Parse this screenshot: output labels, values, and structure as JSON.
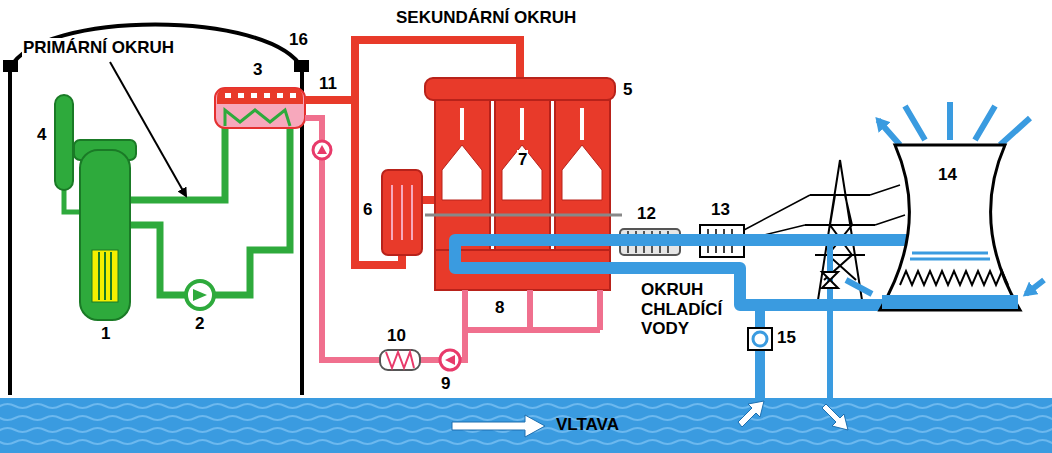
{
  "diagram": {
    "nodes": [
      {
        "text": [
          "14"
        ]
      },
      {
        "text": [
          "VLTAVA"
        ]
      }
    ],
    "labels": [
      "PRIMÁRNÍ OKRUH",
      "SEKUNDÁRNÍ OKRUH",
      "OKRUH CHLADÍCÍ VODY",
      "16",
      "1",
      "2",
      "3",
      "4",
      "5",
      "6",
      "7",
      "8",
      "9",
      "10",
      "11",
      "12",
      "13",
      "15"
    ]
  }
}
